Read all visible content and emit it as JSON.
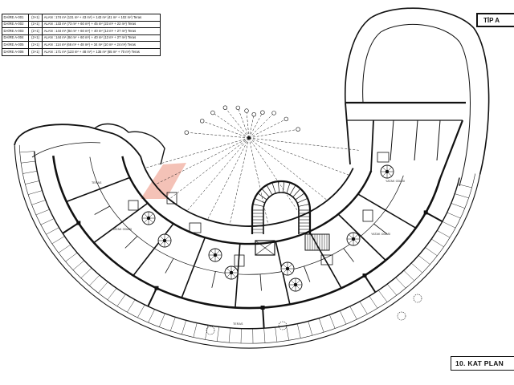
{
  "drawing": {
    "type_label": "TİP A",
    "floor_label": "10. KAT PLAN"
  },
  "units": [
    {
      "name": "DAİRE A-001",
      "type": "(3+1)",
      "area": "ALAN : 174 m² (131 m² + 43 m²) + 143 m² (41 m² + 102 m²) Teras"
    },
    {
      "name": "DAİRE A-002",
      "type": "(2+1)",
      "area": "ALAN : 133 m² (73 m² + 60 m²) + 45 m² (23 m² + 22 m²) Teras"
    },
    {
      "name": "DAİRE A-003",
      "type": "(2+1)",
      "area": "ALAN : 144 m² (84 m² + 60 m²) + 40 m² (13 m² + 27 m²) Teras"
    },
    {
      "name": "DAİRE A-004",
      "type": "(2+1)",
      "area": "ALAN : 144 m² (84 m² + 60 m²) + 40 m² (13 m² + 27 m²) Teras"
    },
    {
      "name": "DAİRE A-005",
      "type": "(2+1)",
      "area": "ALAN : 114 m² (66 m² + 48 m²) + 34 m² (10 m² + 24 m²) Teras"
    },
    {
      "name": "DAİRE A-006",
      "type": "(3+1)",
      "area": "ALAN : 171 m² (123 m² + 48 m²) + 135 m² (65 m² + 70 m²) Teras"
    }
  ],
  "room_labels": [
    "TERAS",
    "YATAK ODASI",
    "TERAS",
    "YATAK ODASI",
    "YATAK ODASI"
  ],
  "colors": {
    "line": "#111111",
    "watermark": "#e7785f"
  }
}
